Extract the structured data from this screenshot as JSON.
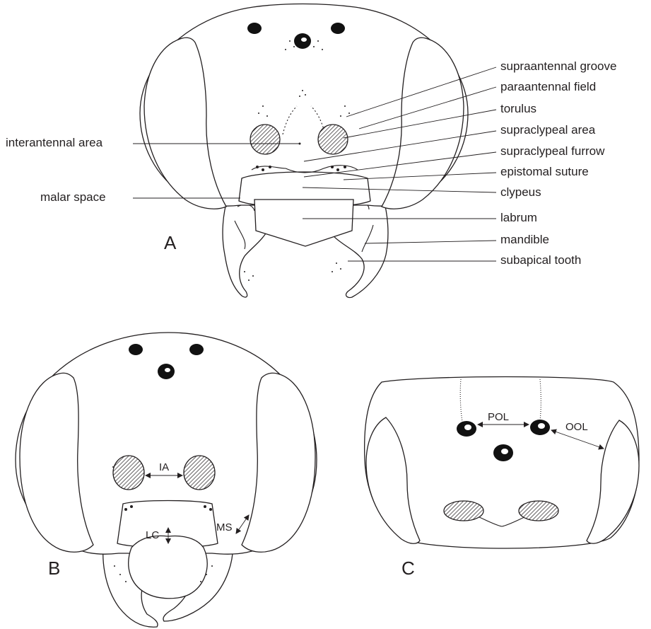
{
  "figure": {
    "panels": {
      "a": "A",
      "b": "B",
      "c": "C"
    },
    "panel_a_labels": {
      "left": {
        "interantennal_area": "interantennal area",
        "malar_space": "malar space"
      },
      "right": [
        "supraantennal groove",
        "paraantennal field",
        "torulus",
        "supraclypeal area",
        "supraclypeal furrow",
        "epistomal suture",
        "clypeus",
        "labrum",
        "mandible",
        "subapical tooth"
      ]
    },
    "panel_b_labels": {
      "ia": "IA",
      "lc": "LC",
      "ms": "MS"
    },
    "panel_c_labels": {
      "pol": "POL",
      "ool": "OOL"
    }
  }
}
